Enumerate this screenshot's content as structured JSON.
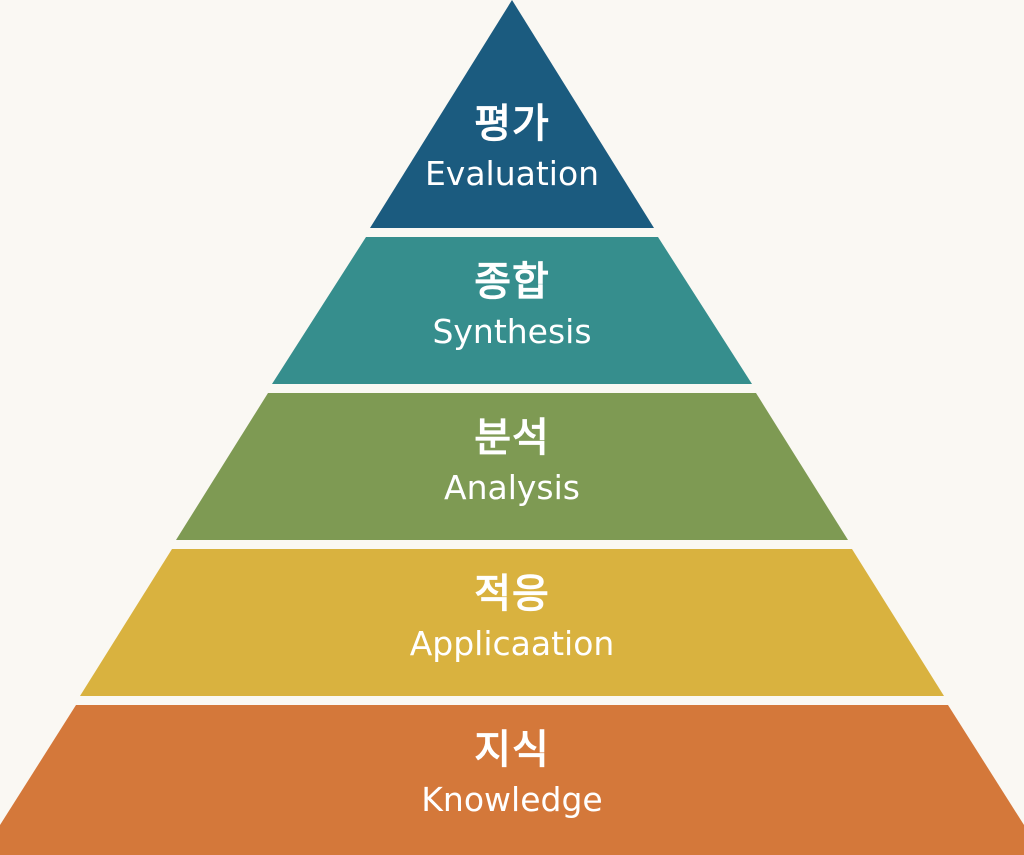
{
  "pyramid": {
    "tiers": [
      {
        "korean": "평가",
        "english": "Evaluation",
        "color": "#1b5b7f"
      },
      {
        "korean": "종합",
        "english": "Synthesis",
        "color": "#368e8d"
      },
      {
        "korean": "분석",
        "english": "Analysis",
        "color": "#7e9a53"
      },
      {
        "korean": "적응",
        "english": "Applicaation",
        "color": "#d9b23f"
      },
      {
        "korean": "지식",
        "english": "Knowledge",
        "color": "#d4783a"
      }
    ]
  }
}
